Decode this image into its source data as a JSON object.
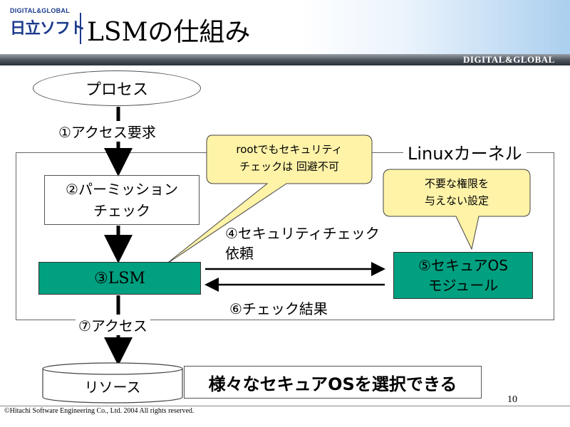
{
  "header": {
    "logo_small": "DIGITAL&GLOBAL",
    "logo_main": "日立ソフト",
    "title": "LSMの仕組み",
    "brand_right": "DIGITAL&GLOBAL"
  },
  "diagram": {
    "kernel_label": "Linuxカーネル",
    "process": "プロセス",
    "step1": "①アクセス要求",
    "permission_line1": "②パーミッション",
    "permission_line2": "チェック",
    "lsm": "③LSM",
    "step4_line1": "④セキュリティチェック",
    "step4_line2": "依頼",
    "secure_os_line1": "⑤セキュアOS",
    "secure_os_line2": "モジュール",
    "step6": "⑥チェック結果",
    "step7": "⑦アクセス",
    "resource": "リソース",
    "summary": "様々なセキュアOSを選択できる"
  },
  "callouts": {
    "root_line1": "rootでもセキュリティ",
    "root_line2": "チェックは 回避不可",
    "privilege_line1": "不要な権限を",
    "privilege_line2": "与えない設定"
  },
  "footer": {
    "page_number": "10",
    "copyright": "©Hitachi Software Engineering Co., Ltd. 2004 All rights reserved."
  },
  "colors": {
    "module_fill": "#00a080",
    "callout_fill": "#fff3a8",
    "logo_blue": "#1a3a8c"
  }
}
